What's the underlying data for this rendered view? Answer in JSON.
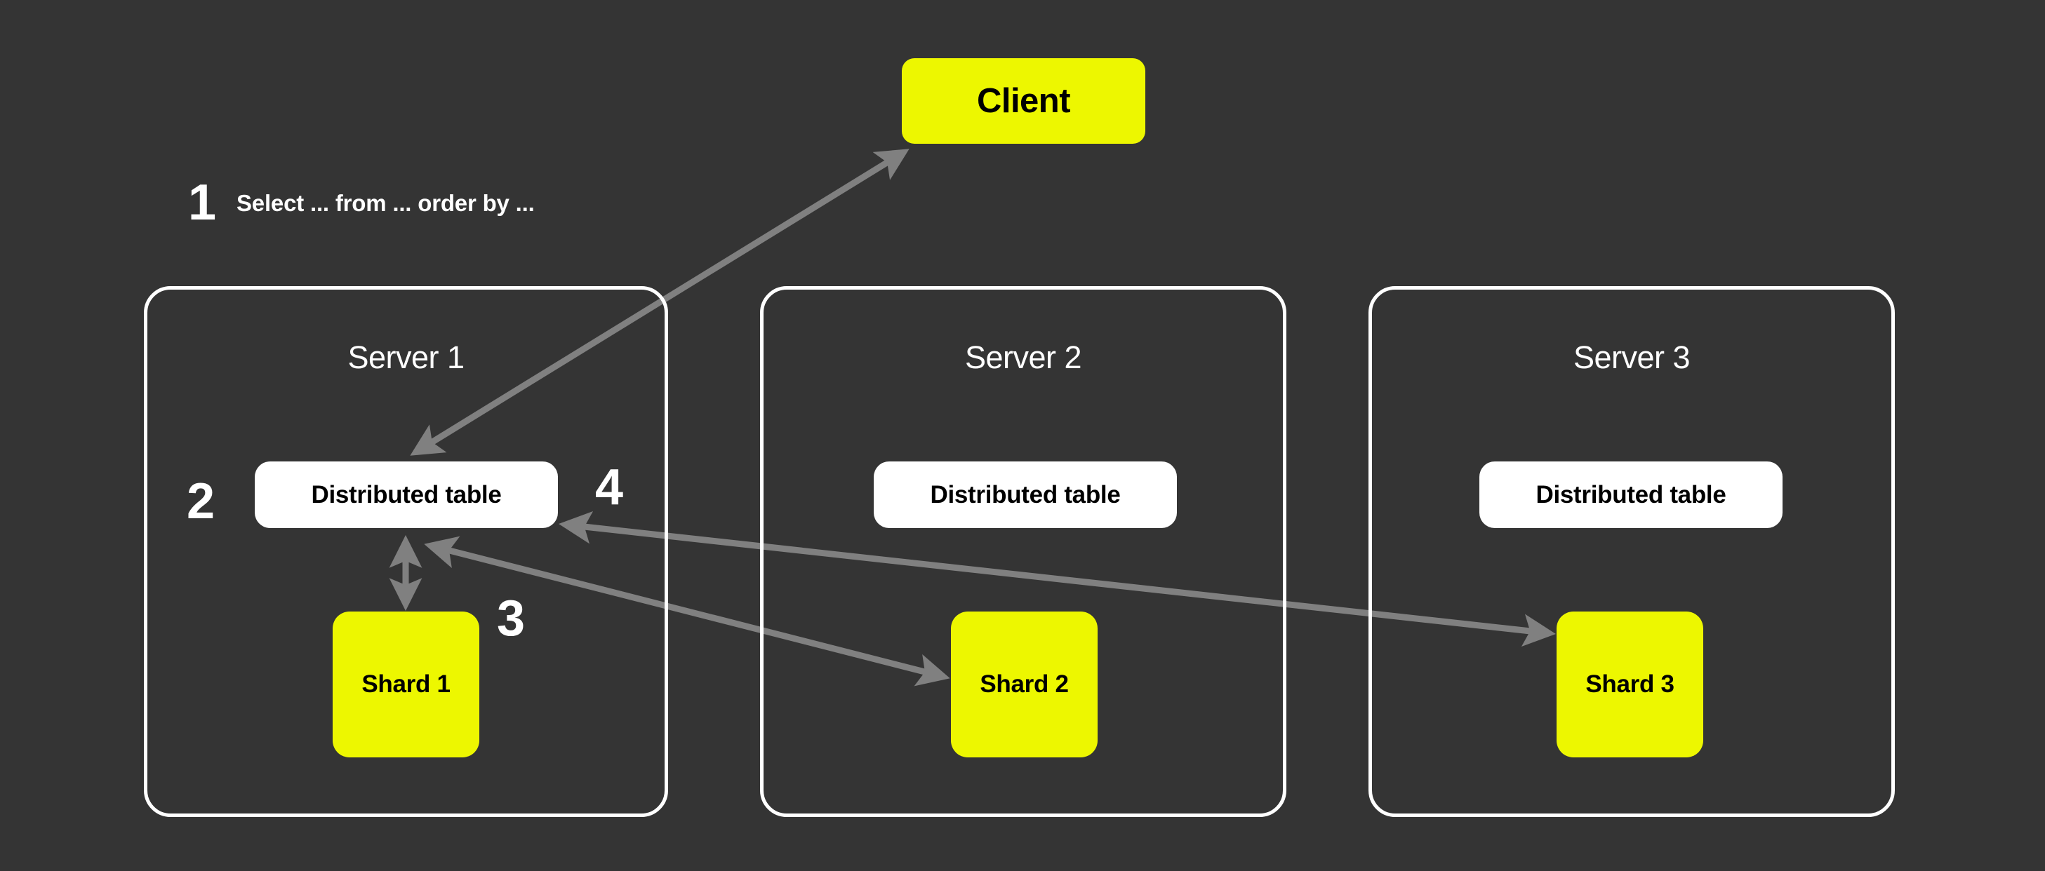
{
  "diagram": {
    "title": "Distributed table query flow across sharded servers",
    "background_color": "#343434",
    "accent_color": "#EDF700",
    "arrow_color": "#808080",
    "panel_border_color": "#FFFFFF"
  },
  "client": {
    "label": "Client"
  },
  "query": {
    "step": "1",
    "text": "Select ... from ... order by ..."
  },
  "steps": {
    "two": "2",
    "three": "3",
    "four": "4"
  },
  "servers": [
    {
      "title": "Server 1",
      "distributed_table": "Distributed table",
      "shard": "Shard 1"
    },
    {
      "title": "Server 2",
      "distributed_table": "Distributed table",
      "shard": "Shard 2"
    },
    {
      "title": "Server 3",
      "distributed_table": "Distributed table",
      "shard": "Shard 3"
    }
  ],
  "arrows": [
    {
      "name": "client-to-distributed-table-1",
      "from": "Client",
      "to": "Distributed table (Server 1)",
      "heads": "both"
    },
    {
      "name": "distributed-table-1-to-shard-1",
      "from": "Distributed table (Server 1)",
      "to": "Shard 1",
      "heads": "both"
    },
    {
      "name": "distributed-table-1-to-shard-2",
      "from": "Distributed table (Server 1)",
      "to": "Shard 2",
      "heads": "both"
    },
    {
      "name": "distributed-table-1-to-shard-3",
      "from": "Distributed table (Server 1)",
      "to": "Shard 3",
      "heads": "both"
    }
  ]
}
